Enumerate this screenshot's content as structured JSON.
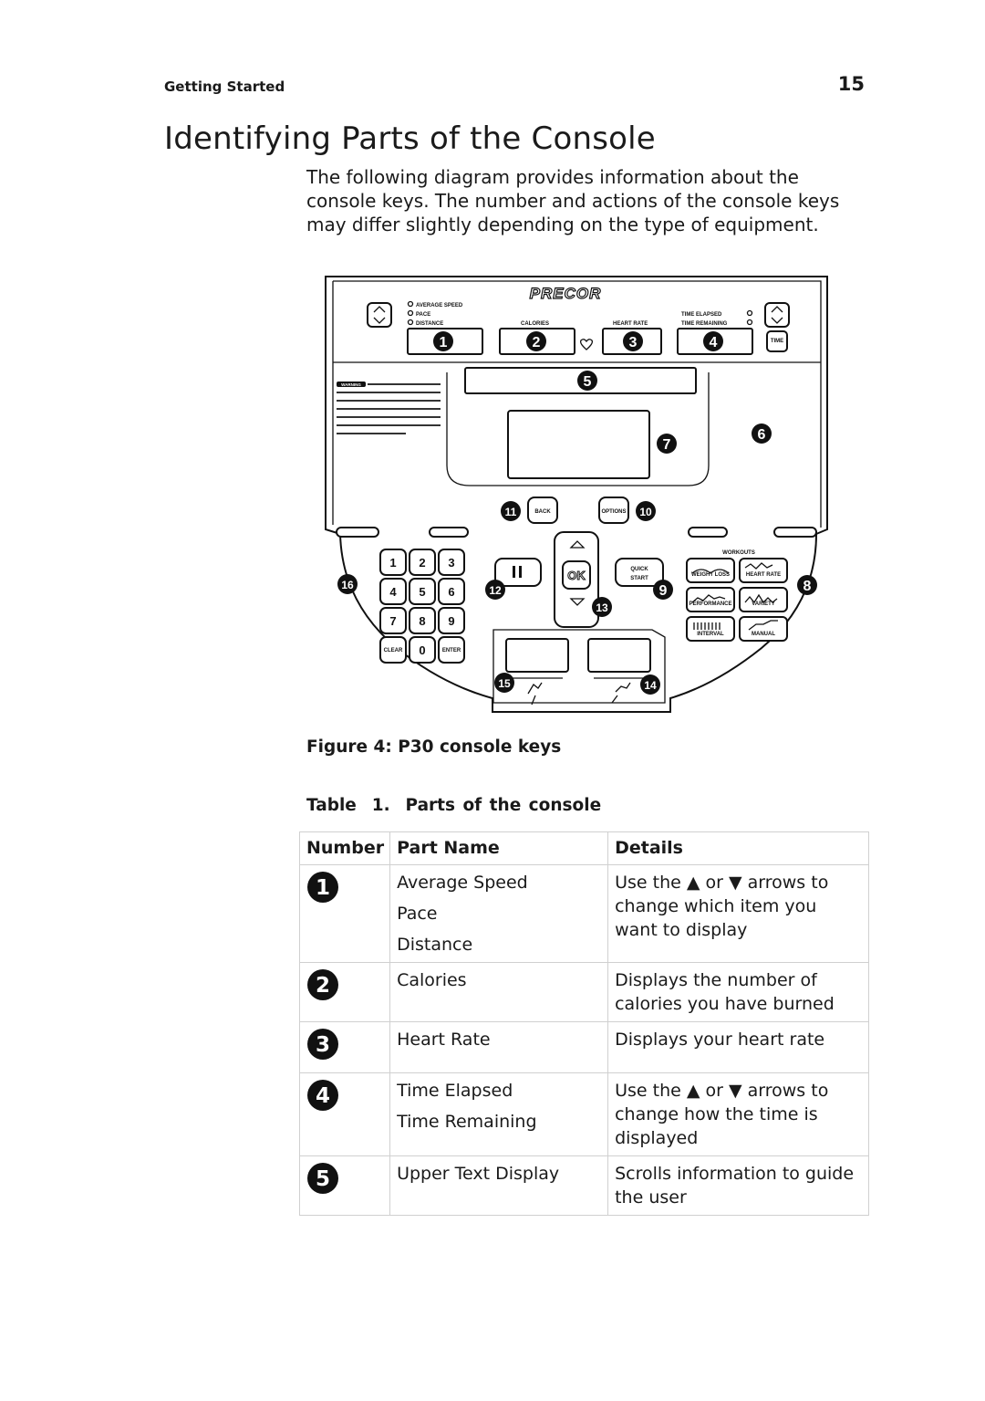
{
  "header": {
    "section": "Getting Started",
    "page_number": "15"
  },
  "title": "Identifying Parts of the Console",
  "intro": "The following diagram provides information about the console keys. The number and actions of the console keys may differ slightly depending on the type of equipment.",
  "diagram": {
    "brand": "PRECOR",
    "labels": {
      "average_speed": "AVERAGE SPEED",
      "pace": "PACE",
      "distance": "DISTANCE",
      "calories": "CALORIES",
      "heart_rate": "HEART RATE",
      "time_elapsed": "TIME ELAPSED",
      "time_remaining": "TIME REMAINING",
      "time_key": "TIME",
      "back": "BACK",
      "options": "OPTIONS",
      "ok": "OK",
      "quick_start_1": "QUICK",
      "quick_start_2": "START",
      "workouts": "WORKOUTS",
      "weight_loss": "WEIGHT LOSS",
      "heart_rate_key": "HEART RATE",
      "performance": "PERFORMANCE",
      "variety": "VARIETY",
      "interval": "INTERVAL",
      "manual": "MANUAL",
      "clear": "CLEAR",
      "enter": "ENTER",
      "warning": "WARNING"
    },
    "keypad": [
      "1",
      "2",
      "3",
      "4",
      "5",
      "6",
      "7",
      "8",
      "9"
    ],
    "keypad_zero": "0",
    "callouts": {
      "c1": "1",
      "c2": "2",
      "c3": "3",
      "c4": "4",
      "c5": "5",
      "c6": "6",
      "c7": "7",
      "c8": "8",
      "c9": "9",
      "c10": "10",
      "c11": "11",
      "c12": "12",
      "c13": "13",
      "c14": "14",
      "c15": "15",
      "c16": "16"
    }
  },
  "figure_caption": "Figure 4: P30 console keys",
  "table_caption": "Table  1.  Parts of the console",
  "table": {
    "headers": [
      "Number",
      "Part Name",
      "Details"
    ],
    "rows": [
      {
        "number": "1",
        "parts": [
          "Average Speed",
          "Pace",
          "Distance"
        ],
        "details": "Use the ▲ or ▼ arrows to change which item you want to display"
      },
      {
        "number": "2",
        "parts": [
          "Calories"
        ],
        "details": "Displays the number of calories you have burned"
      },
      {
        "number": "3",
        "parts": [
          "Heart Rate"
        ],
        "details": "Displays your heart rate"
      },
      {
        "number": "4",
        "parts": [
          "Time Elapsed",
          "Time Remaining"
        ],
        "details": "Use the ▲ or ▼ arrows to change how the time is displayed"
      },
      {
        "number": "5",
        "parts": [
          "Upper Text Display"
        ],
        "details": "Scrolls information to guide the user"
      }
    ]
  }
}
